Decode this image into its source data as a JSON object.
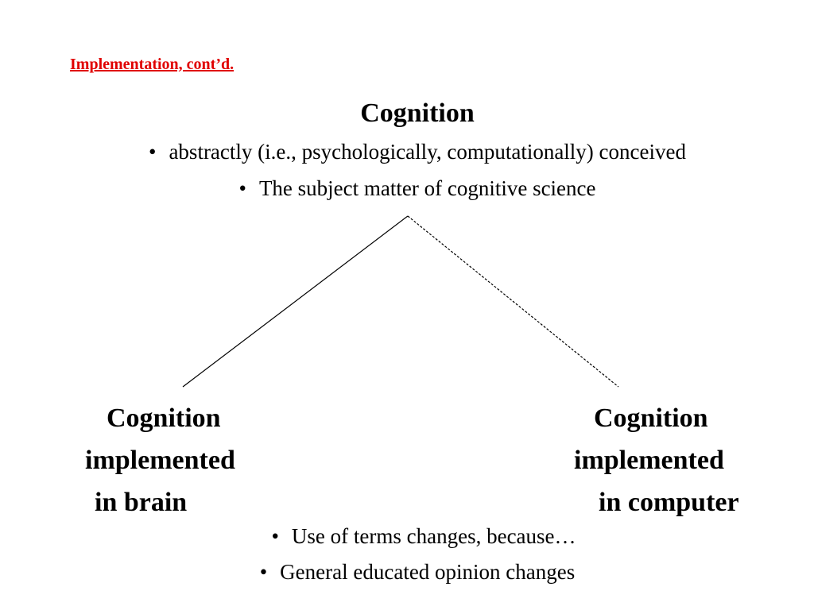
{
  "heading": "Implementation, cont’d.",
  "heading_color": "#e00000",
  "title": "Cognition",
  "top_bullets": [
    "abstractly (i.e., psychologically, computationally) conceived",
    "The subject matter of cognitive science"
  ],
  "bullet_symbol": "•",
  "left_node": {
    "lines": [
      "Cognition",
      "implemented",
      "in brain"
    ],
    "edge_style": "solid"
  },
  "right_node": {
    "lines": [
      "Cognition",
      "implemented",
      "in computer"
    ],
    "edge_style": "dashed"
  },
  "bottom_bullets": [
    "Use of terms changes, because…",
    "General educated opinion changes"
  ]
}
